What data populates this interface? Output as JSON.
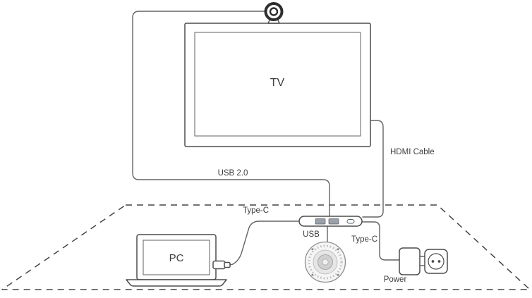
{
  "diagram": {
    "devices": {
      "tv_label": "TV",
      "pc_label": "PC"
    },
    "cable_labels": {
      "usb_2_0": "USB 2.0",
      "hdmi": "HDMI Cable",
      "type_c_pc": "Type-C",
      "type_c_power": "Type-C",
      "usb_speaker": "USB",
      "power": "Power"
    },
    "colors": {
      "background": "#ffffff",
      "cable_line": "#646464",
      "device_outline": "#4d4d4d",
      "table_dash": "#454545",
      "text": "#3d3d3d",
      "camera_ring": "#2e2e2e",
      "port_fill": "#9aa1a8"
    }
  }
}
